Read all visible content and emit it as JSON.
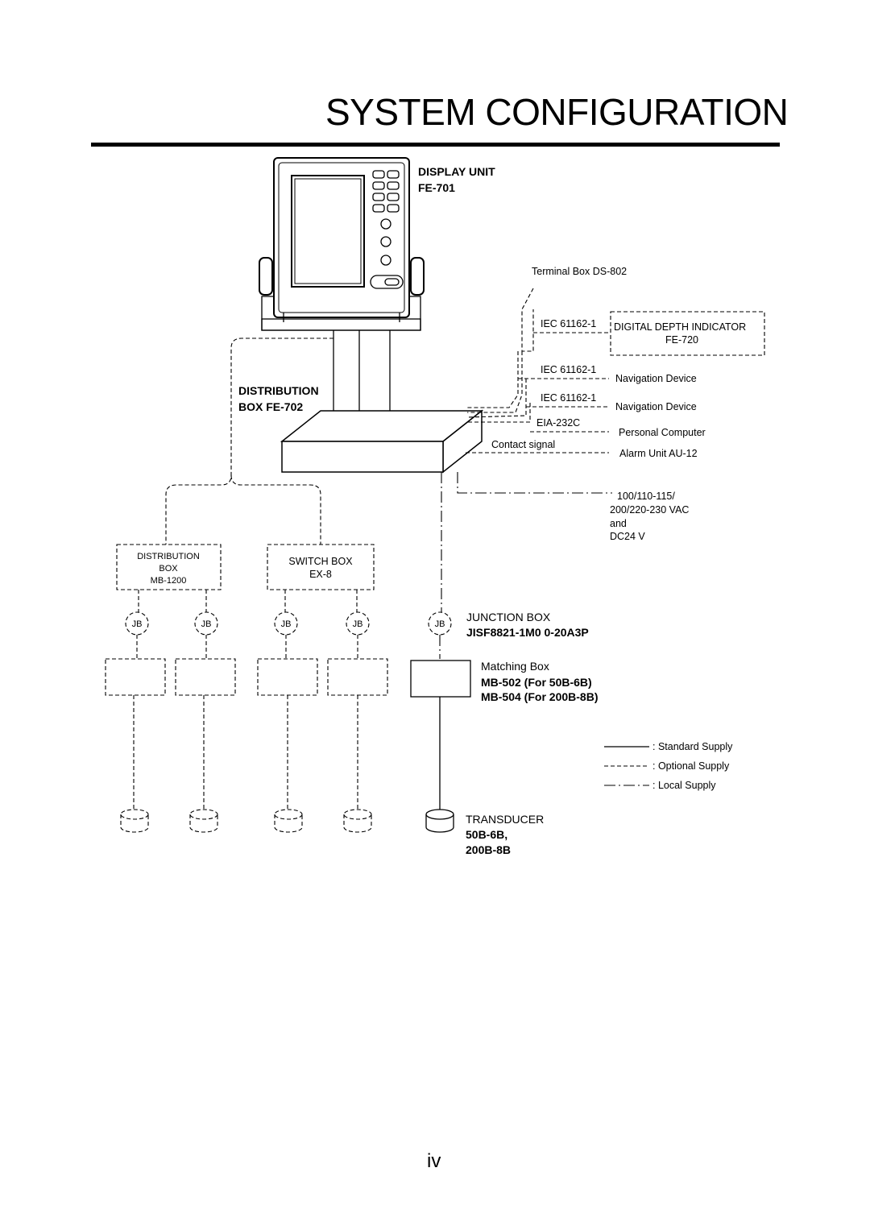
{
  "page": {
    "title": "SYSTEM CONFIGURATION",
    "number": "iv"
  },
  "display_unit": {
    "line1": "DISPLAY UNIT",
    "line2": "FE-701"
  },
  "distribution_box_fe702": {
    "line1": "DISTRIBUTION",
    "line2": "BOX FE-702"
  },
  "terminal_box": "Terminal Box DS-802",
  "digital_depth_indicator": {
    "label": "DIGITAL DEPTH INDICATOR",
    "model": "FE-720",
    "interface": "IEC 61162-1"
  },
  "navigation_device_1": {
    "label": "Navigation Device",
    "interface": "IEC 61162-1"
  },
  "navigation_device_2": {
    "label": "Navigation Device",
    "interface": "IEC 61162-1"
  },
  "personal_computer": {
    "label": "Personal Computer",
    "interface": "EIA-232C"
  },
  "alarm_unit": {
    "label": "Alarm Unit AU-12",
    "interface": "Contact signal"
  },
  "power": [
    "100/110-115/",
    "200/220-230 VAC",
    "and",
    "DC24 V"
  ],
  "distribution_box_mb1200": [
    "DISTRIBUTION",
    "BOX",
    "MB-1200"
  ],
  "switch_box": [
    "SWITCH BOX",
    "EX-8"
  ],
  "jb_label": "JB",
  "junction_box": {
    "label": "JUNCTION BOX",
    "model": "JISF8821-1M0 0-20A3P"
  },
  "matching_box": {
    "label": "Matching Box",
    "model1": "MB-502 (For 50B-6B)",
    "model2": "MB-504 (For 200B-8B)"
  },
  "transducer": {
    "label": "TRANSDUCER",
    "model1": "50B-6B,",
    "model2": "200B-8B"
  },
  "legend": {
    "standard": ": Standard Supply",
    "optional": ": Optional Supply",
    "local": ": Local Supply"
  }
}
